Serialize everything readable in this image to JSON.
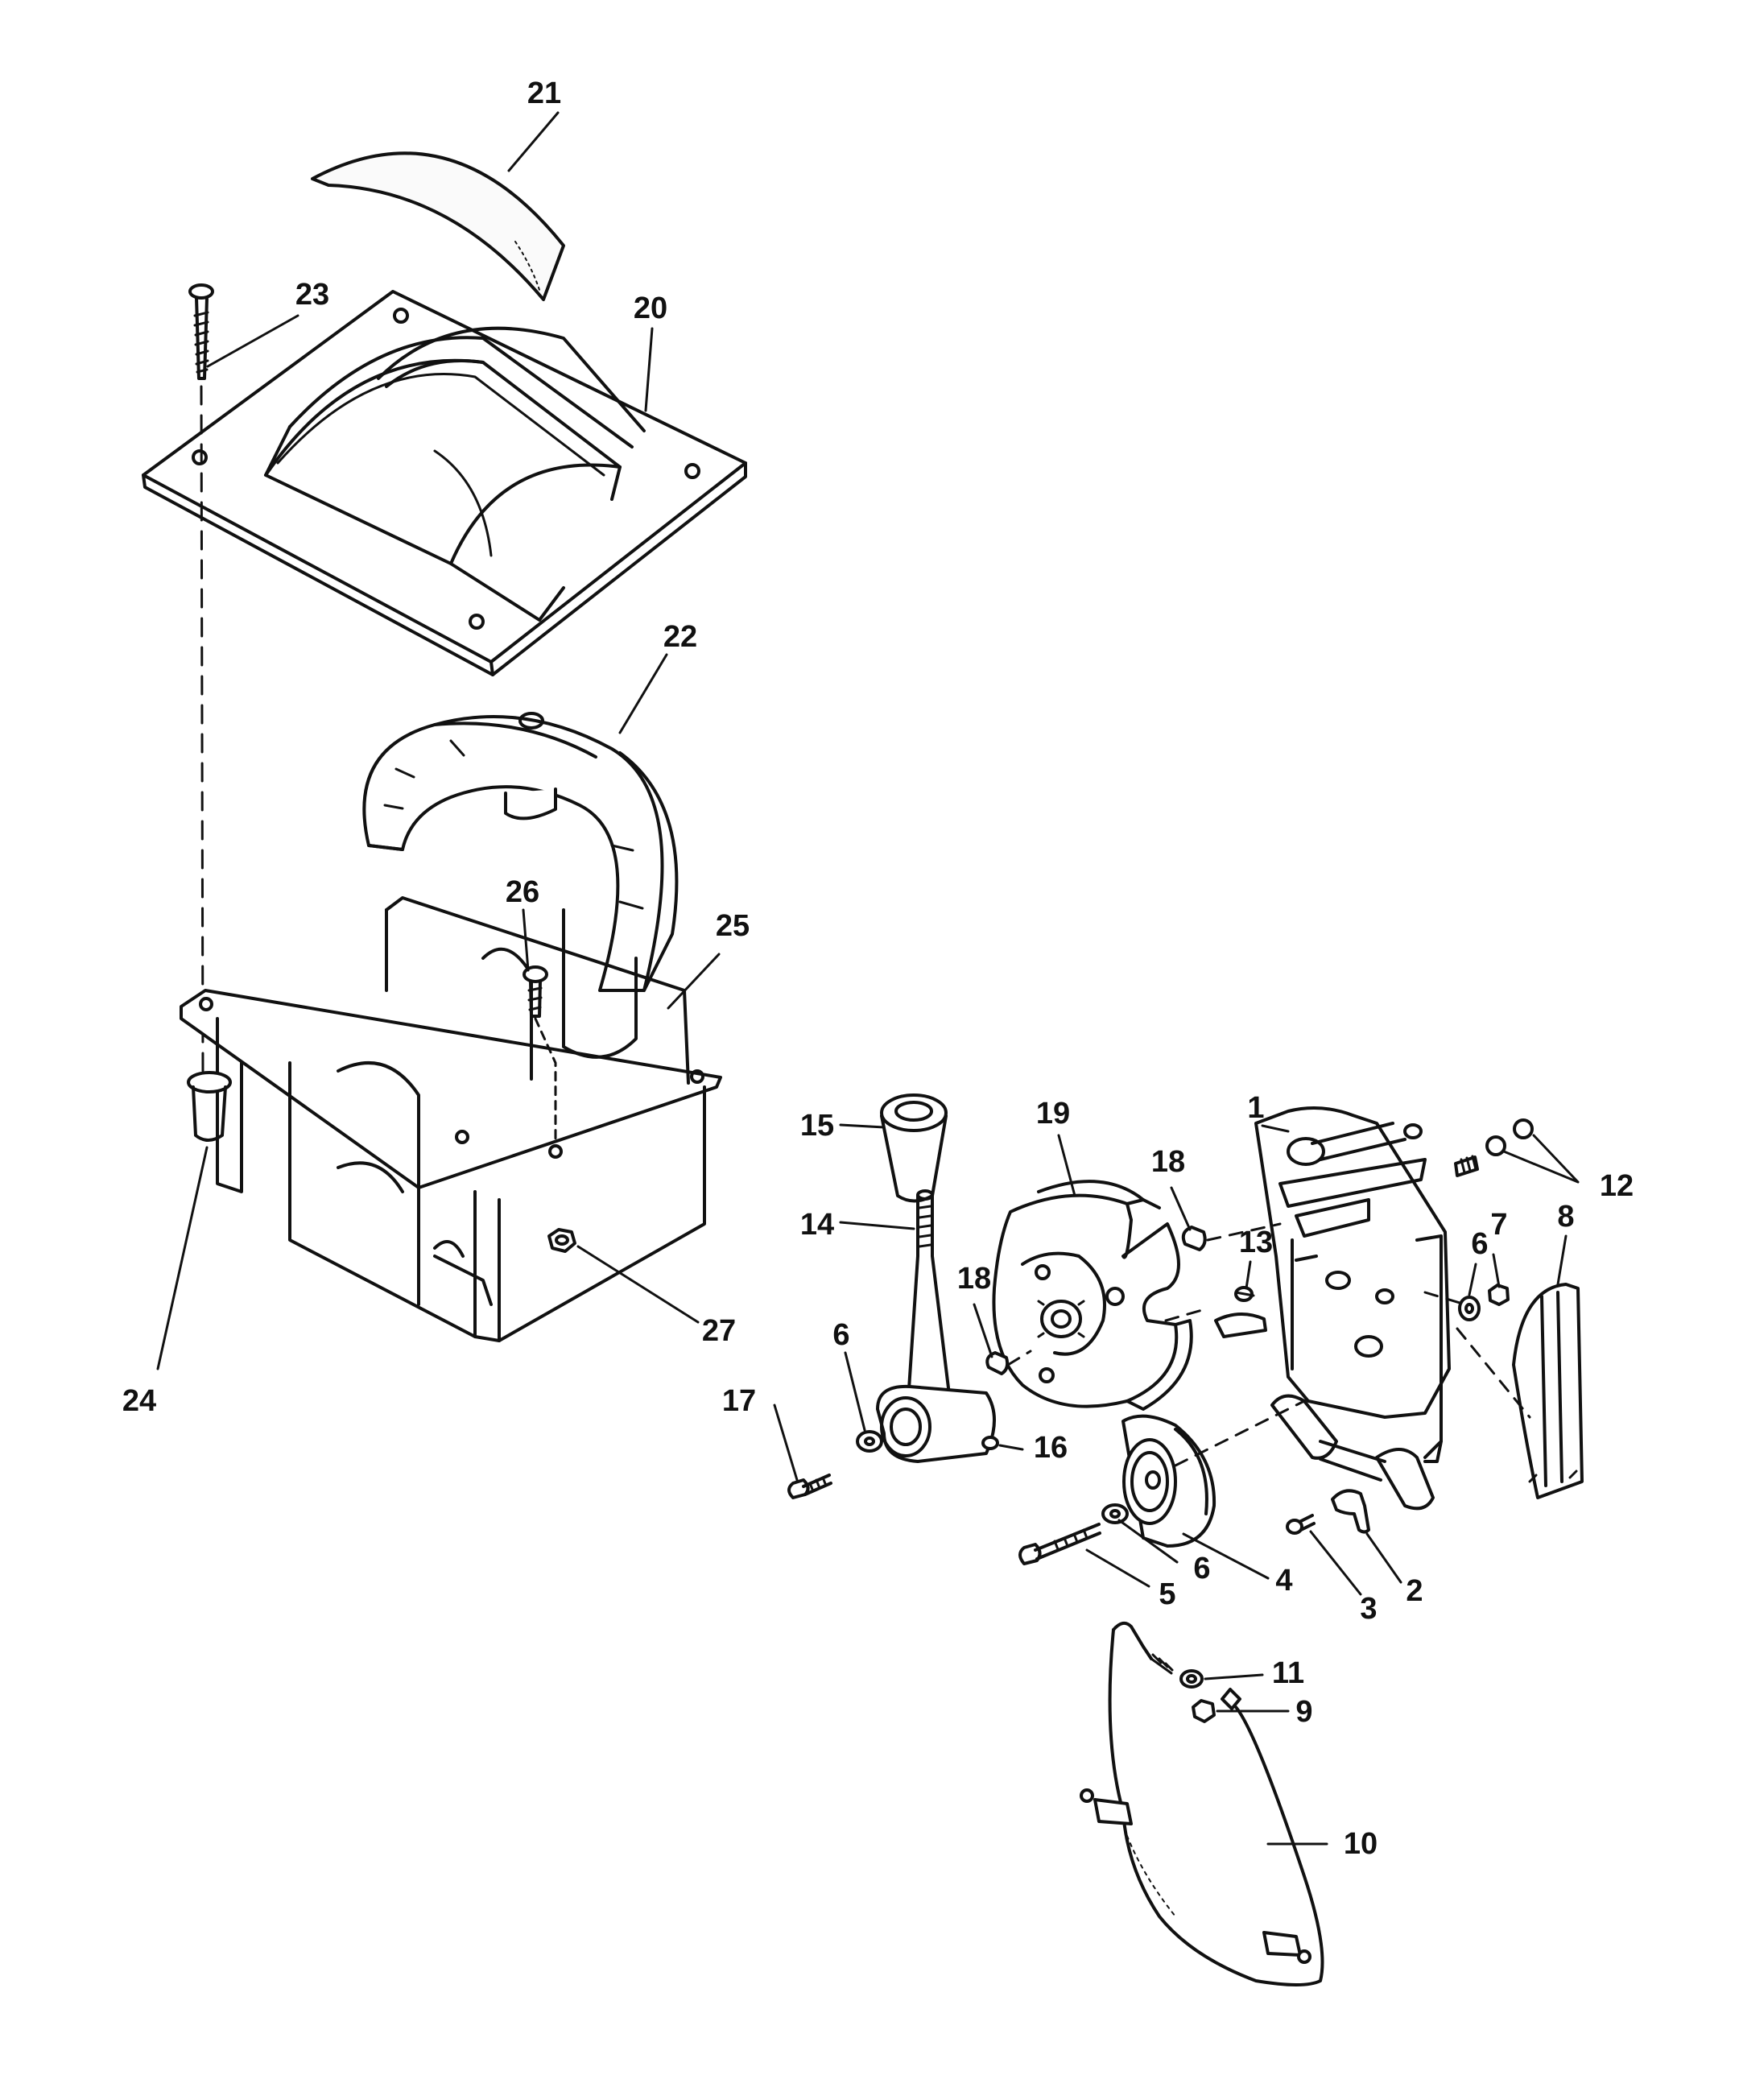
{
  "diagram": {
    "callouts": [
      {
        "id": "c21",
        "label": "21"
      },
      {
        "id": "c23",
        "label": "23"
      },
      {
        "id": "c20",
        "label": "20"
      },
      {
        "id": "c22",
        "label": "22"
      },
      {
        "id": "c26",
        "label": "26"
      },
      {
        "id": "c25",
        "label": "25"
      },
      {
        "id": "c27",
        "label": "27"
      },
      {
        "id": "c24",
        "label": "24"
      },
      {
        "id": "c15",
        "label": "15"
      },
      {
        "id": "c14",
        "label": "14"
      },
      {
        "id": "c19",
        "label": "19"
      },
      {
        "id": "c18a",
        "label": "18"
      },
      {
        "id": "c18b",
        "label": "18"
      },
      {
        "id": "c13",
        "label": "13"
      },
      {
        "id": "c1",
        "label": "1"
      },
      {
        "id": "c12",
        "label": "12"
      },
      {
        "id": "c6a",
        "label": "6"
      },
      {
        "id": "c7",
        "label": "7"
      },
      {
        "id": "c8",
        "label": "8"
      },
      {
        "id": "c6b",
        "label": "6"
      },
      {
        "id": "c17",
        "label": "17"
      },
      {
        "id": "c16",
        "label": "16"
      },
      {
        "id": "c5",
        "label": "5"
      },
      {
        "id": "c6c",
        "label": "6"
      },
      {
        "id": "c4",
        "label": "4"
      },
      {
        "id": "c3",
        "label": "3"
      },
      {
        "id": "c2",
        "label": "2"
      },
      {
        "id": "c11",
        "label": "11"
      },
      {
        "id": "c9",
        "label": "9"
      },
      {
        "id": "c10",
        "label": "10"
      }
    ]
  }
}
